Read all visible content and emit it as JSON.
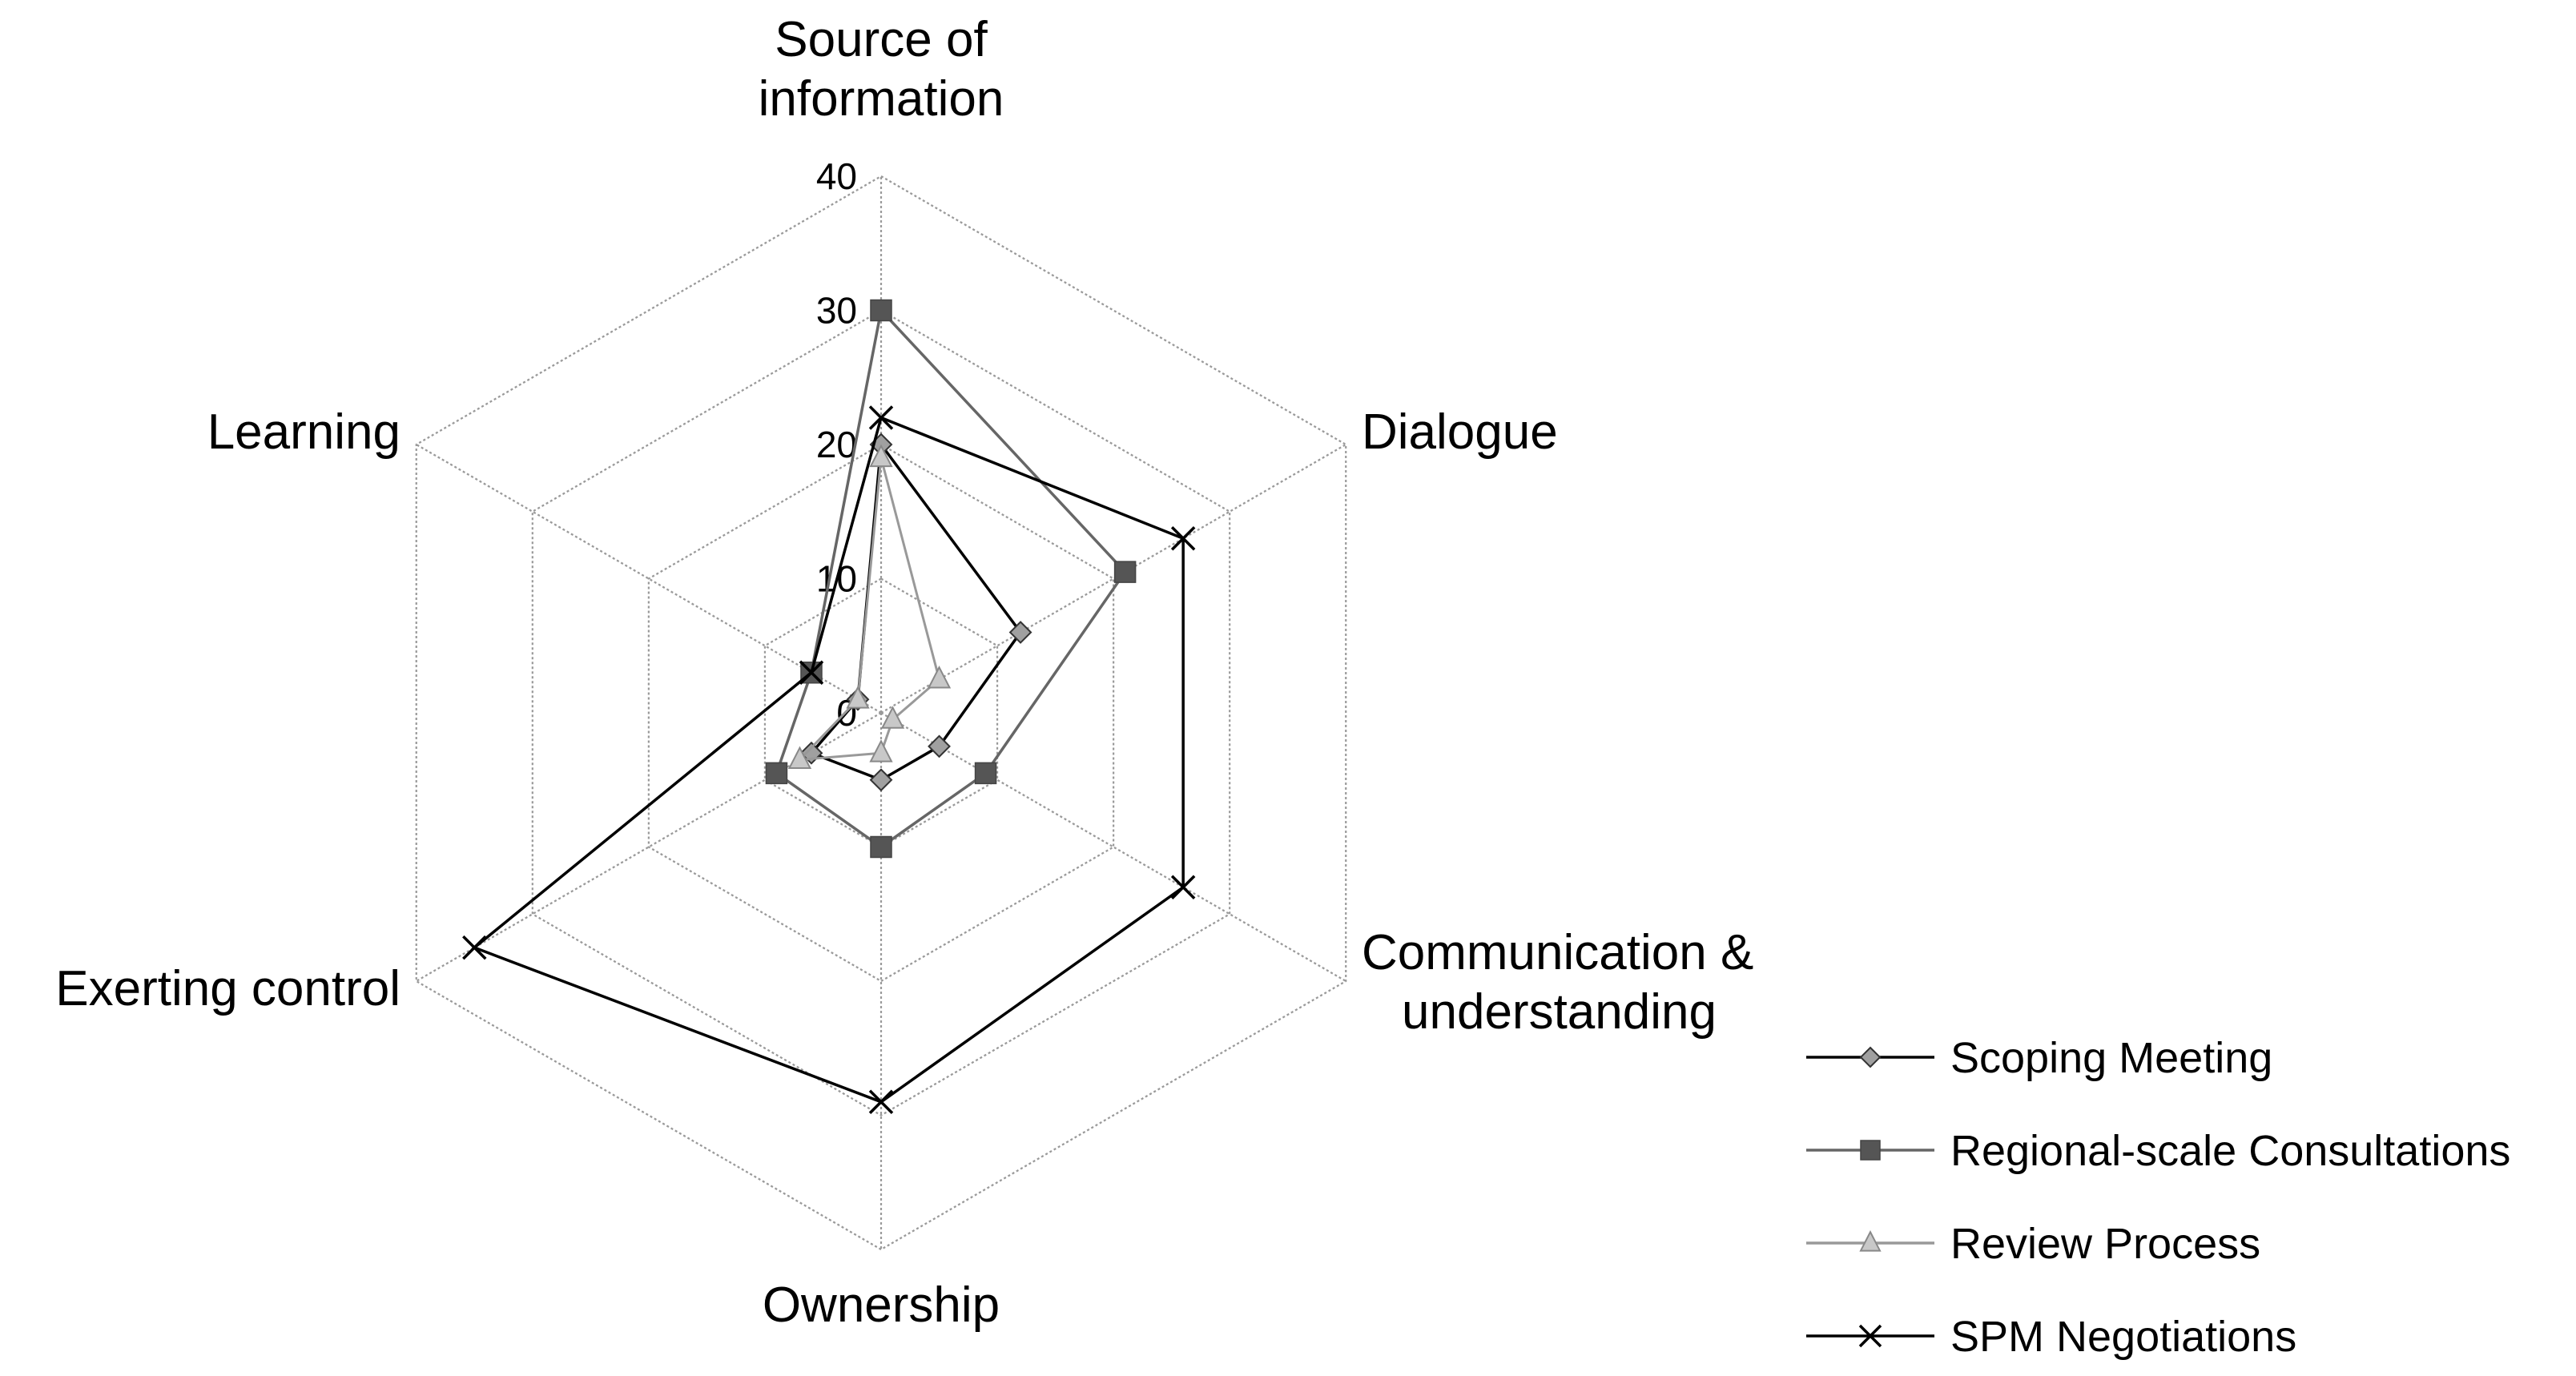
{
  "chart_data": {
    "type": "radar",
    "title": "",
    "axes": [
      [
        "Source of",
        "information"
      ],
      [
        "Dialogue"
      ],
      [
        "Communication &",
        "understanding"
      ],
      [
        "Ownership"
      ],
      [
        "Exerting control"
      ],
      [
        "Learning"
      ]
    ],
    "rlim": [
      0,
      40
    ],
    "ticks": [
      "0",
      "10",
      "20",
      "30",
      "40"
    ],
    "tick_values": [
      0,
      10,
      20,
      30,
      40
    ],
    "grid": true,
    "legend_position": "bottom-right",
    "series": [
      {
        "name": "Scoping Meeting",
        "marker": "diamond",
        "line_color": "#000000",
        "marker_fill": "#a0a0a0",
        "values": [
          20,
          12,
          5,
          5,
          6,
          2
        ]
      },
      {
        "name": "Regional-scale Consultations",
        "marker": "square",
        "line_color": "#666666",
        "marker_fill": "#555555",
        "values": [
          30,
          21,
          9,
          10,
          9,
          6
        ]
      },
      {
        "name": "Review Process",
        "marker": "triangle",
        "line_color": "#999999",
        "marker_fill": "#c8c8c8",
        "values": [
          19,
          5,
          1,
          3,
          7,
          2
        ]
      },
      {
        "name": "SPM Negotiations",
        "marker": "x",
        "line_color": "#000000",
        "marker_fill": "none",
        "values": [
          22,
          26,
          26,
          29,
          35,
          6
        ]
      }
    ]
  }
}
